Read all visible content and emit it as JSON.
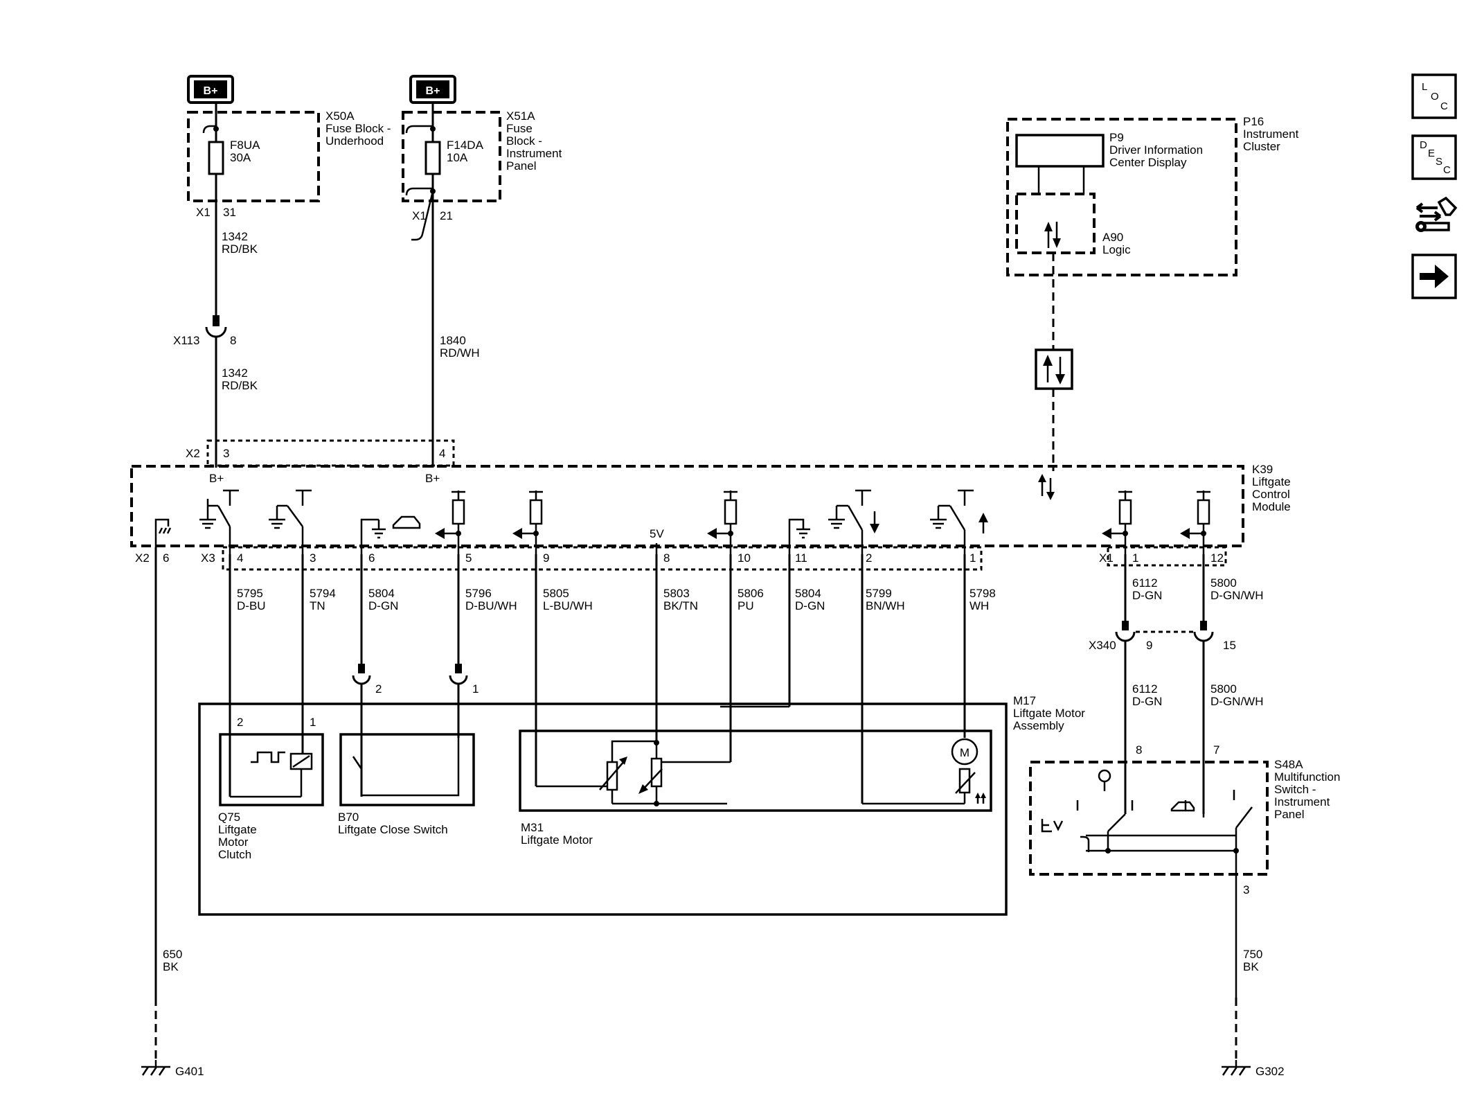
{
  "fuse_blocks": {
    "x50a": {
      "battery": "B+",
      "id": "X50A",
      "name": "Fuse Block -",
      "name2": "Underhood",
      "fuse": "F8UA",
      "rating": "30A",
      "conn": "X1",
      "pin": "31"
    },
    "x51a": {
      "battery": "B+",
      "id": "X51A",
      "line1": "Fuse",
      "line2": "Block -",
      "line3": "Instrument",
      "line4": "Panel",
      "fuse": "F14DA",
      "rating": "10A",
      "conn": "X1",
      "pin": "21"
    }
  },
  "wires_top": {
    "w1342a": {
      "circuit": "1342",
      "color": "RD/BK"
    },
    "x113": {
      "conn": "X113",
      "pin": "8"
    },
    "w1342b": {
      "circuit": "1342",
      "color": "RD/BK"
    },
    "w1840": {
      "circuit": "1840",
      "color": "RD/WH"
    }
  },
  "module": {
    "x2_top": "X2",
    "pin3": "3",
    "pin4": "4",
    "bplus1": "B+",
    "bplus2": "B+",
    "id": "K39",
    "line1": "Liftgate",
    "line2": "Control",
    "line3": "Module",
    "five_v": "5V"
  },
  "bottom_pins": {
    "x2": "X2",
    "p6a": "6",
    "x3": "X3",
    "p4": "4",
    "p3": "3",
    "p6b": "6",
    "p5": "5",
    "p9": "9",
    "p8": "8",
    "p10": "10",
    "p11": "11",
    "p2": "2",
    "p1": "1",
    "x1": "X1",
    "x1p1": "1",
    "x1p12": "12"
  },
  "wires": [
    {
      "circuit": "5795",
      "color": "D-BU"
    },
    {
      "circuit": "5794",
      "color": "TN"
    },
    {
      "circuit": "5804",
      "color": "D-GN"
    },
    {
      "circuit": "5796",
      "color": "D-BU/WH"
    },
    {
      "circuit": "5805",
      "color": "L-BU/WH"
    },
    {
      "circuit": "5803",
      "color": "BK/TN"
    },
    {
      "circuit": "5806",
      "color": "PU"
    },
    {
      "circuit": "5804",
      "color": "D-GN"
    },
    {
      "circuit": "5799",
      "color": "BN/WH"
    },
    {
      "circuit": "5798",
      "color": "WH"
    },
    {
      "circuit": "6112",
      "color": "D-GN"
    },
    {
      "circuit": "5800",
      "color": "D-GN/WH"
    }
  ],
  "motor_assembly": {
    "id": "M17",
    "line1": "Liftgate Motor",
    "line2": "Assembly",
    "b70_pin2": "2",
    "b70_pin1": "1",
    "q75_pin2": "2",
    "q75_pin1": "1",
    "q75": {
      "id": "Q75",
      "l1": "Liftgate",
      "l2": "Motor",
      "l3": "Clutch"
    },
    "b70": {
      "id": "B70",
      "name": "Liftgate Close Switch"
    },
    "m31": {
      "id": "M31",
      "name": "Liftgate Motor",
      "motor_symbol": "M"
    }
  },
  "cluster": {
    "p16": {
      "id": "P16",
      "l1": "Instrument",
      "l2": "Cluster"
    },
    "p9": {
      "id": "P9",
      "l1": "Driver Information",
      "l2": "Center Display"
    },
    "a90": {
      "id": "A90",
      "name": "Logic"
    }
  },
  "x340": {
    "conn": "X340",
    "pin9": "9",
    "pin15": "15"
  },
  "wires_lower_right": {
    "w6112": {
      "circuit": "6112",
      "color": "D-GN"
    },
    "w5800": {
      "circuit": "5800",
      "color": "D-GN/WH"
    }
  },
  "switch_s48a": {
    "id": "S48A",
    "l1": "Multifunction",
    "l2": "Switch -",
    "l3": "Instrument",
    "l4": "Panel",
    "pin8": "8",
    "pin7": "7",
    "pin3": "3"
  },
  "ground_wires": {
    "w650": {
      "circuit": "650",
      "color": "BK"
    },
    "w750": {
      "circuit": "750",
      "color": "BK"
    }
  },
  "grounds": {
    "g401": "G401",
    "g302": "G302"
  },
  "nav": {
    "loc": {
      "l": "L",
      "o": "O",
      "c": "C"
    },
    "desc": {
      "d": "D",
      "e": "E",
      "s": "S",
      "c": "C"
    }
  },
  "icons": [
    "ground-icon",
    "fuse-icon",
    "relay-switch-icon",
    "resistor-icon",
    "motor-icon",
    "data-link-icon",
    "arrow-right-icon",
    "wrench-icon"
  ]
}
